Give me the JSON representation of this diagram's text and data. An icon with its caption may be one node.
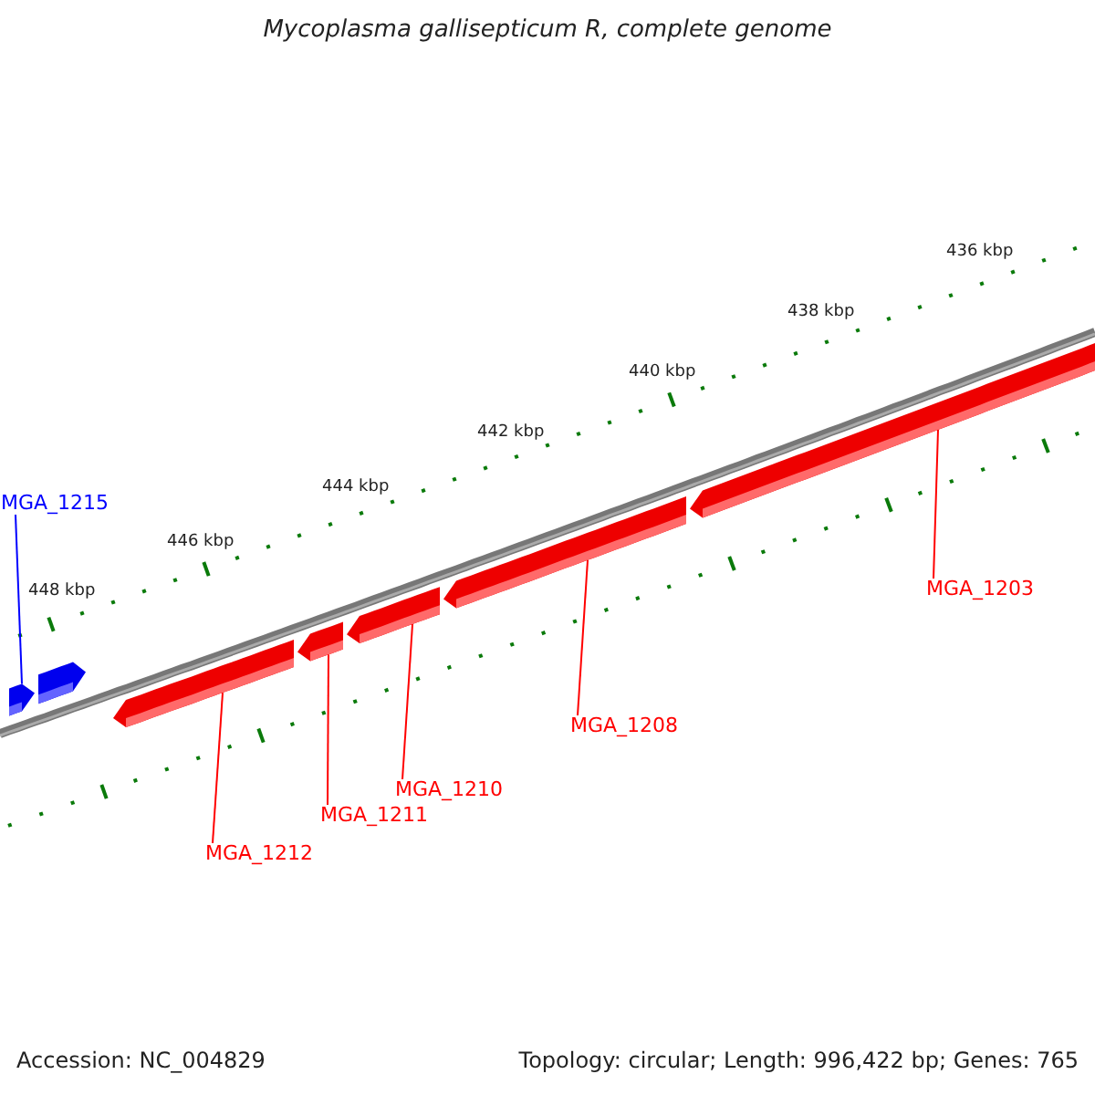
{
  "diagram": {
    "title": "Mycoplasma gallisepticum R, complete genome",
    "nodes": [
      {
        "text": [
          "MGA_1215"
        ]
      },
      {
        "text": [],
        "shape": "bar"
      },
      {
        "text": [],
        "shape": "bar"
      },
      {
        "text": [],
        "shape": "bar"
      },
      {
        "text": [],
        "shape": "bar"
      },
      {
        "text": [],
        "shape": "bar"
      },
      {
        "text": [],
        "shape": "bar"
      },
      {
        "text": [],
        "shape": "bar"
      },
      {
        "text": [
          "MGA_1203"
        ]
      },
      {
        "text": [
          "MGA_1208"
        ]
      },
      {
        "text": [
          "MGA_1210"
        ]
      },
      {
        "text": [
          "MGA_1211"
        ]
      },
      {
        "text": [
          "MGA_1212"
        ]
      }
    ],
    "edges": [
      {
        "from": 0,
        "to": 1,
        "arrow": "none",
        "color": "#0000ff"
      },
      {
        "from": 8,
        "to": 7,
        "arrow": "none"
      },
      {
        "from": 9,
        "to": 6,
        "arrow": "none"
      },
      {
        "from": 10,
        "to": 5,
        "arrow": "none"
      },
      {
        "from": 11,
        "to": 4,
        "arrow": "none"
      },
      {
        "from": 12,
        "to": 3,
        "arrow": "none"
      }
    ],
    "labels": [
      "436 kbp",
      "438 kbp",
      "440 kbp",
      "442 kbp",
      "444 kbp",
      "446 kbp",
      "448 kbp",
      "Accession: NC_004829",
      "Topology: circular; Length: 996,422 bp; Genes: 765"
    ]
  }
}
